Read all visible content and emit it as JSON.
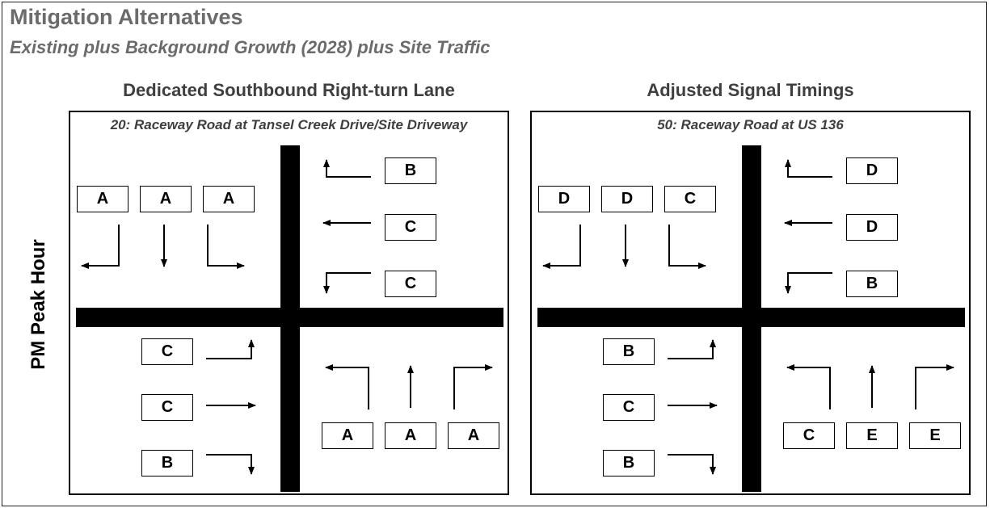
{
  "header": {
    "title": "Mitigation Alternatives",
    "subtitle": "Existing plus Background Growth (2028) plus Site Traffic"
  },
  "period_label": "PM Peak Hour",
  "panels": [
    {
      "scenario": "Dedicated Southbound Right-turn Lane",
      "intersection": "20: Raceway Road at Tansel Creek Drive/Site Driveway",
      "los": {
        "southbound": [
          "A",
          "A",
          "A"
        ],
        "westbound": [
          "B",
          "C",
          "C"
        ],
        "eastbound": [
          "C",
          "C",
          "B"
        ],
        "northbound": [
          "A",
          "A",
          "A"
        ]
      }
    },
    {
      "scenario": "Adjusted Signal Timings",
      "intersection": "50: Raceway Road at US 136",
      "los": {
        "southbound": [
          "D",
          "D",
          "C"
        ],
        "westbound": [
          "D",
          "D",
          "B"
        ],
        "eastbound": [
          "B",
          "C",
          "B"
        ],
        "northbound": [
          "C",
          "E",
          "E"
        ]
      }
    }
  ]
}
